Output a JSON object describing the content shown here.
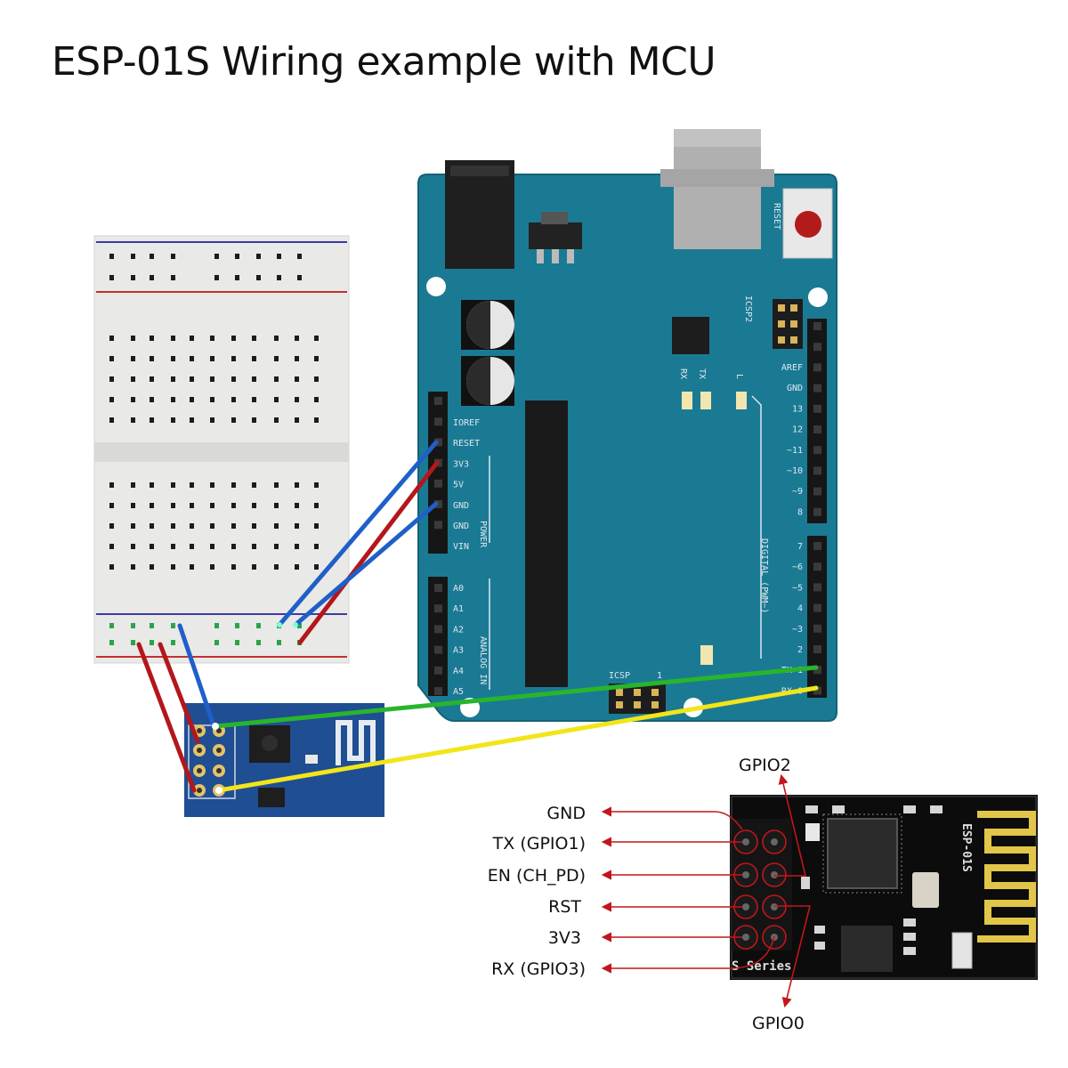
{
  "title": "ESP-01S Wiring example with MCU",
  "wire_colors": {
    "red": "#b3171b",
    "blue": "#1f5fc8",
    "green": "#28b52c",
    "yellow": "#f2e51a"
  },
  "arduino": {
    "reset_label": "RESET",
    "icsp2_label": "ICSP2",
    "icsp_label": "ICSP",
    "icsp_pin1": "1",
    "led_rx": "RX",
    "led_tx": "TX",
    "led_l": "L",
    "power_header": [
      "IOREF",
      "RESET",
      "3V3",
      "5V",
      "GND",
      "GND",
      "VIN"
    ],
    "power_title": "POWER",
    "analog_header": [
      "A0",
      "A1",
      "A2",
      "A3",
      "A4",
      "A5"
    ],
    "analog_title": "ANALOG IN",
    "digital_header_top": [
      "AREF",
      "GND",
      "13",
      "12",
      "~11",
      "~10",
      "~9",
      "8"
    ],
    "digital_header_bottom": [
      "7",
      "~6",
      "~5",
      "4",
      "~3",
      "2",
      "TX▸1",
      "RX◂0"
    ],
    "digital_title": "DIGITAL (PWM~)"
  },
  "esp_module": {
    "board_text": "ESP-01S",
    "series_text": "S Series",
    "pin_labels_left": [
      "GND",
      "TX (GPIO1)",
      "EN (CH_PD)",
      "RST",
      "3V3",
      "RX (GPIO3)"
    ],
    "pin_label_top": "GPIO2",
    "pin_label_bottom": "GPIO0"
  }
}
